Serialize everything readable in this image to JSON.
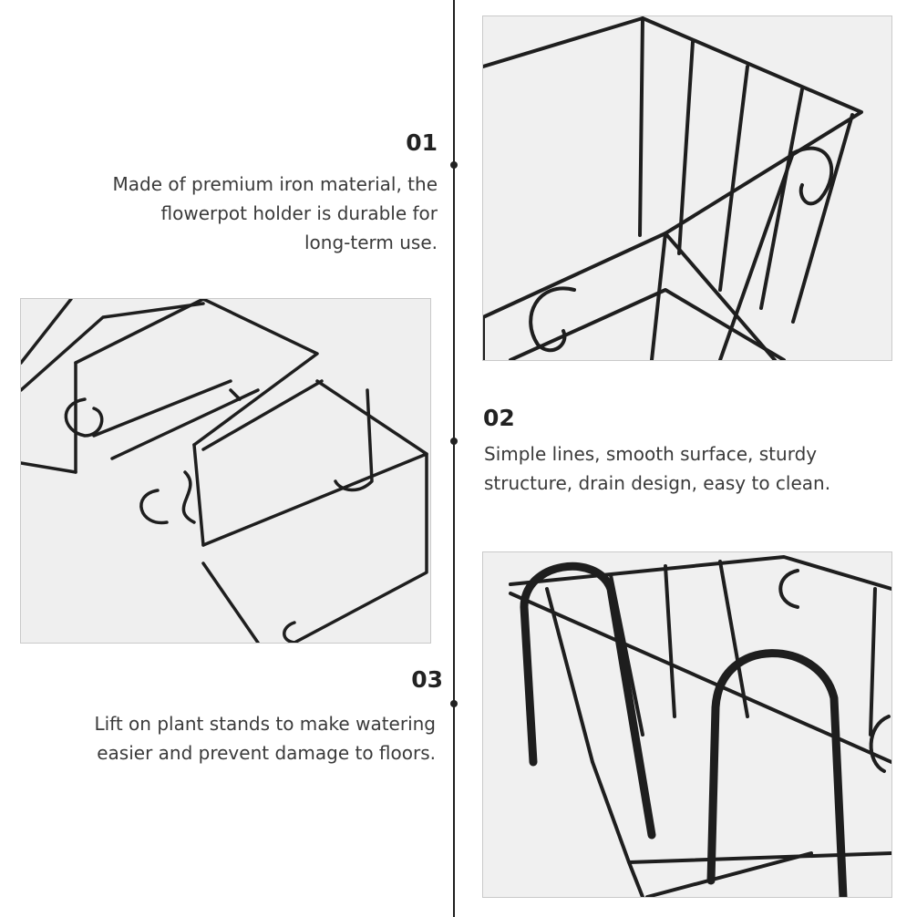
{
  "features": [
    {
      "number": "01",
      "text_lines": [
        "Made of premium iron material, the",
        "flowerpot holder is durable for",
        "long-term use."
      ]
    },
    {
      "number": "02",
      "text_lines": [
        "Simple lines, smooth surface, sturdy",
        "structure, drain design, easy to clean."
      ]
    },
    {
      "number": "03",
      "text_lines": [
        "Lift on plant stands to make watering",
        "easier and prevent damage to floors."
      ]
    }
  ],
  "colors": {
    "wire": "#1e1e1e",
    "photo_bg": "#ececec",
    "text": "#3a3a3a",
    "accent": "#222222"
  }
}
